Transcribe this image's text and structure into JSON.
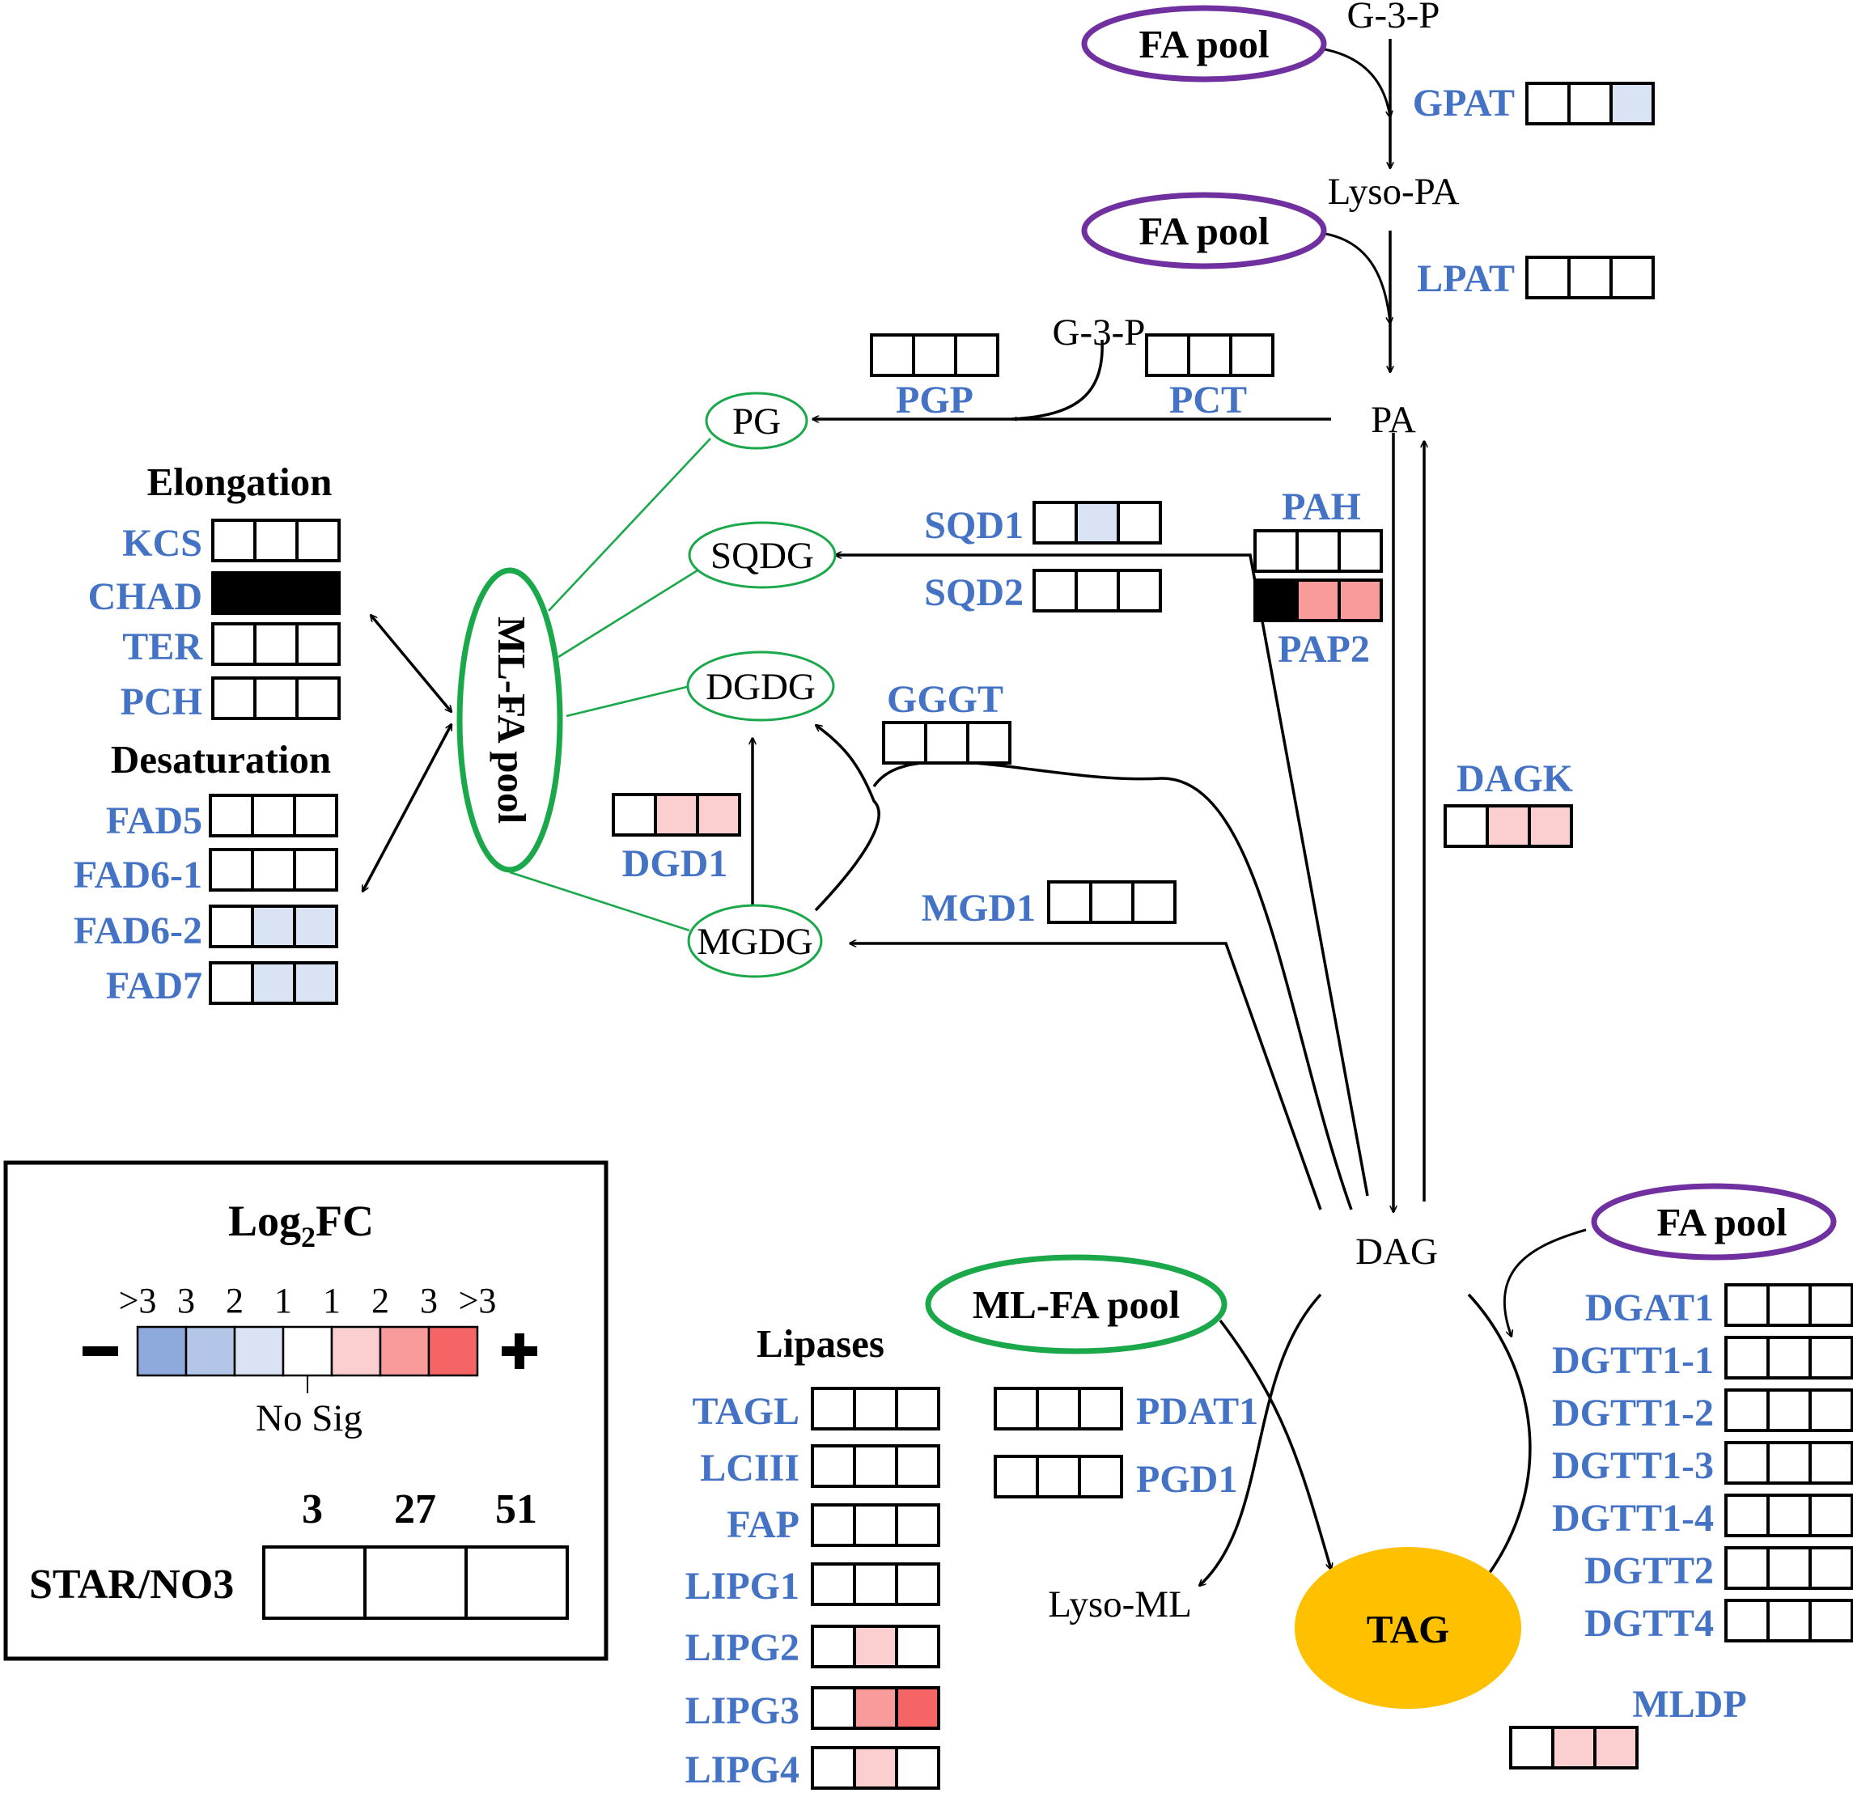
{
  "colors": {
    "gene_label": "#4472c4",
    "fa_pool_border": "#7030a0",
    "ml_pool_border": "#1aa84a",
    "tag_fill": "#ffc000",
    "ns": "#ffffff",
    "na": "#000000",
    "n3": "#8ea9db",
    "n2": "#b4c6e7",
    "n1": "#dae3f3",
    "p1": "#fbcfcf",
    "p2": "#f99b9b",
    "p3": "#f56565"
  },
  "icons": {
    "minus": "minus-icon",
    "plus": "plus-icon"
  },
  "metabolites": {
    "fa_pool": "FA pool",
    "ml_fa_pool": "ML-FA pool",
    "g3p": "G-3-P",
    "lyso_pa": "Lyso-PA",
    "pa": "PA",
    "pg": "PG",
    "sqdg": "SQDG",
    "dgdg": "DGDG",
    "mgdg": "MGDG",
    "dag": "DAG",
    "tag": "TAG",
    "lyso_ml": "Lyso-ML"
  },
  "sections": {
    "elongation": "Elongation",
    "desaturation": "Desaturation",
    "lipases": "Lipases"
  },
  "genes": {
    "GPAT": {
      "label": "GPAT",
      "cells": [
        "ns",
        "ns",
        "n1"
      ]
    },
    "LPAT": {
      "label": "LPAT",
      "cells": [
        "ns",
        "ns",
        "ns"
      ]
    },
    "PGP": {
      "label": "PGP",
      "cells": [
        "ns",
        "ns",
        "ns"
      ]
    },
    "PCT": {
      "label": "PCT",
      "cells": [
        "ns",
        "ns",
        "ns"
      ]
    },
    "SQD1": {
      "label": "SQD1",
      "cells": [
        "ns",
        "n1",
        "ns"
      ]
    },
    "SQD2": {
      "label": "SQD2",
      "cells": [
        "ns",
        "ns",
        "ns"
      ]
    },
    "PAH": {
      "label": "PAH",
      "cells": [
        "ns",
        "ns",
        "ns"
      ]
    },
    "PAP2": {
      "label": "PAP2",
      "cells": [
        "na",
        "p2",
        "p2"
      ]
    },
    "GGGT": {
      "label": "GGGT",
      "cells": [
        "ns",
        "ns",
        "ns"
      ]
    },
    "DGD1": {
      "label": "DGD1",
      "cells": [
        "ns",
        "p1",
        "p1"
      ]
    },
    "MGD1": {
      "label": "MGD1",
      "cells": [
        "ns",
        "ns",
        "ns"
      ]
    },
    "DAGK": {
      "label": "DAGK",
      "cells": [
        "ns",
        "p1",
        "p1"
      ]
    },
    "KCS": {
      "label": "KCS",
      "cells": [
        "ns",
        "ns",
        "ns"
      ]
    },
    "CHAD": {
      "label": "CHAD",
      "cells": [
        "na",
        "na",
        "na"
      ]
    },
    "TER": {
      "label": "TER",
      "cells": [
        "ns",
        "ns",
        "ns"
      ]
    },
    "PCH": {
      "label": "PCH",
      "cells": [
        "ns",
        "ns",
        "ns"
      ]
    },
    "FAD5": {
      "label": "FAD5",
      "cells": [
        "ns",
        "ns",
        "ns"
      ]
    },
    "FAD6-1": {
      "label": "FAD6-1",
      "cells": [
        "ns",
        "ns",
        "ns"
      ]
    },
    "FAD6-2": {
      "label": "FAD6-2",
      "cells": [
        "ns",
        "n1",
        "n1"
      ]
    },
    "FAD7": {
      "label": "FAD7",
      "cells": [
        "ns",
        "n1",
        "n1"
      ]
    },
    "TAGL": {
      "label": "TAGL",
      "cells": [
        "ns",
        "ns",
        "ns"
      ]
    },
    "LCIII": {
      "label": "LCIII",
      "cells": [
        "ns",
        "ns",
        "ns"
      ]
    },
    "FAP": {
      "label": "FAP",
      "cells": [
        "ns",
        "ns",
        "ns"
      ]
    },
    "LIPG1": {
      "label": "LIPG1",
      "cells": [
        "ns",
        "ns",
        "ns"
      ]
    },
    "LIPG2": {
      "label": "LIPG2",
      "cells": [
        "ns",
        "p1",
        "ns"
      ]
    },
    "LIPG3": {
      "label": "LIPG3",
      "cells": [
        "ns",
        "p2",
        "p3"
      ]
    },
    "LIPG4": {
      "label": "LIPG4",
      "cells": [
        "ns",
        "p1",
        "ns"
      ]
    },
    "PDAT1": {
      "label": "PDAT1",
      "cells": [
        "ns",
        "ns",
        "ns"
      ]
    },
    "PGD1": {
      "label": "PGD1",
      "cells": [
        "ns",
        "ns",
        "ns"
      ]
    },
    "DGAT1": {
      "label": "DGAT1",
      "cells": [
        "ns",
        "ns",
        "ns"
      ]
    },
    "DGTT1-1": {
      "label": "DGTT1-1",
      "cells": [
        "ns",
        "ns",
        "ns"
      ]
    },
    "DGTT1-2": {
      "label": "DGTT1-2",
      "cells": [
        "ns",
        "ns",
        "ns"
      ]
    },
    "DGTT1-3": {
      "label": "DGTT1-3",
      "cells": [
        "ns",
        "ns",
        "ns"
      ]
    },
    "DGTT1-4": {
      "label": "DGTT1-4",
      "cells": [
        "ns",
        "ns",
        "ns"
      ]
    },
    "DGTT2": {
      "label": "DGTT2",
      "cells": [
        "ns",
        "ns",
        "ns"
      ]
    },
    "DGTT4": {
      "label": "DGTT4",
      "cells": [
        "ns",
        "ns",
        "ns"
      ]
    },
    "MLDP": {
      "label": "MLDP",
      "cells": [
        "ns",
        "p1",
        "p1"
      ]
    }
  },
  "legend": {
    "title_main": "Log",
    "title_sub": "2",
    "title_suffix": "FC",
    "scale_labels": [
      ">3",
      "3",
      "2",
      "1",
      "1",
      "2",
      "3",
      ">3"
    ],
    "scale_colors": [
      "n3",
      "n2",
      "n1",
      "ns",
      "p1",
      "p2",
      "p3"
    ],
    "no_sig": "No Sig",
    "timepoints": [
      "3",
      "27",
      "51"
    ],
    "condition": "STAR/NO3"
  }
}
